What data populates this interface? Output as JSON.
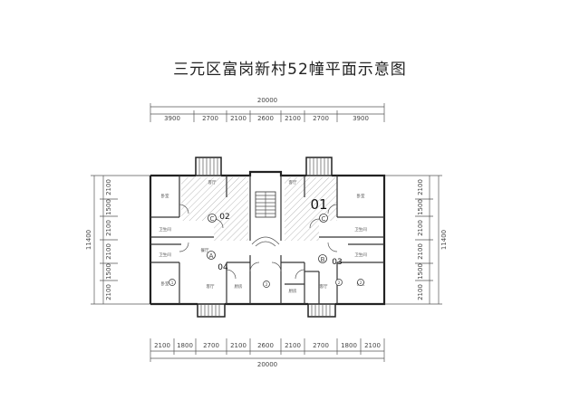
{
  "title": "三元区富岗新村52幢平面示意图",
  "dimensions": {
    "top_total": "20000",
    "top_segments": [
      "3900",
      "2700",
      "2100",
      "2600",
      "2100",
      "2700",
      "3900"
    ],
    "bottom_total": "20000",
    "bottom_segments": [
      "2100",
      "1800",
      "2700",
      "2100",
      "2600",
      "2100",
      "2700",
      "1800",
      "2100"
    ],
    "left_total": "11400",
    "left_segments": [
      "2100",
      "1500",
      "2100",
      "2100",
      "1500",
      "2100"
    ],
    "right_total": "11400",
    "right_segments": [
      "2100",
      "1500",
      "2100",
      "2100",
      "1500",
      "2100"
    ]
  },
  "units": {
    "u01": "01",
    "u02": "02",
    "u03": "03",
    "u04": "04"
  },
  "axis_markers": {
    "c_left": "C",
    "a_left": "A",
    "c_right": "C",
    "b_right": "B",
    "n1": "1",
    "n2": "2",
    "n3": "2",
    "n4": "2"
  },
  "rooms": {
    "bedroom": "卧室",
    "kitchen": "厨房",
    "living": "客厅",
    "bathroom": "卫生间",
    "hall": "餐厅"
  }
}
